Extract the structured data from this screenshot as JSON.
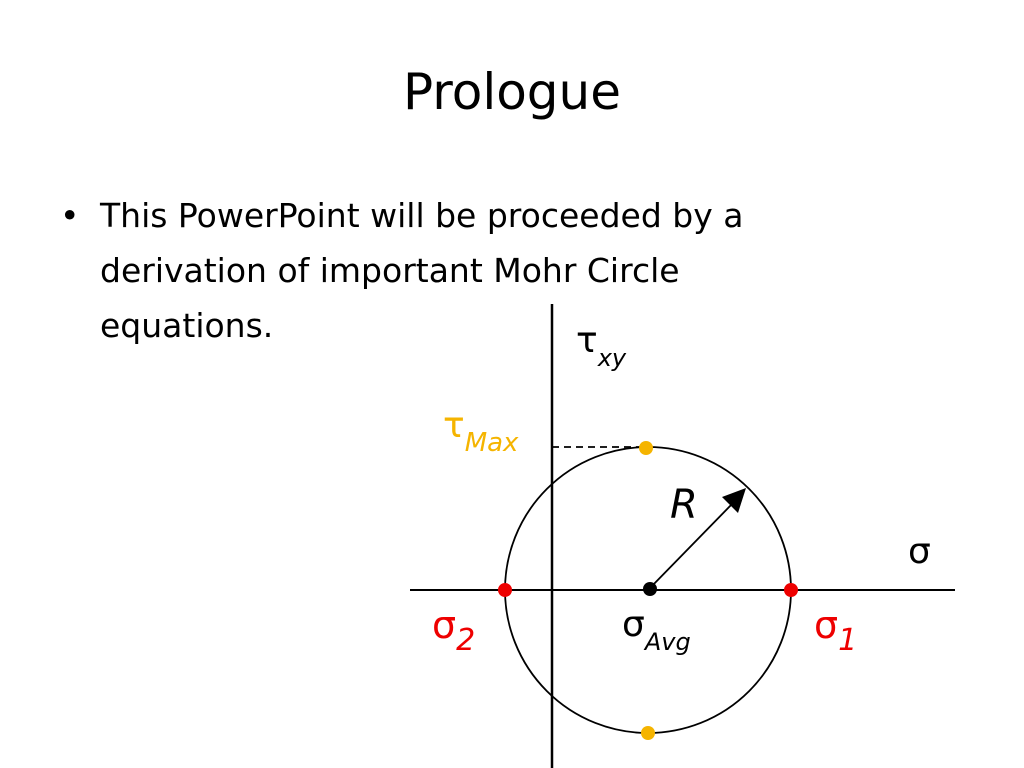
{
  "slide": {
    "title": "Prologue",
    "bullet_symbol": "•",
    "bullet_text": "This PowerPoint will be proceeded by a derivation of important Mohr Circle equations."
  },
  "diagram": {
    "tau_symbol": "τ",
    "tau_sub": "xy",
    "tau_max_symbol": "τ",
    "tau_max_sub": "Max",
    "sigma_axis_label": "σ",
    "radius_label": "R",
    "sigma_avg_symbol": "σ",
    "sigma_avg_sub": "Avg",
    "sigma1_symbol": "σ",
    "sigma1_sub": "1",
    "sigma2_symbol": "σ",
    "sigma2_sub": "2",
    "colors": {
      "line": "#000000",
      "principal": "#ee0000",
      "max_shear": "#f5b400",
      "center": "#000000"
    }
  }
}
